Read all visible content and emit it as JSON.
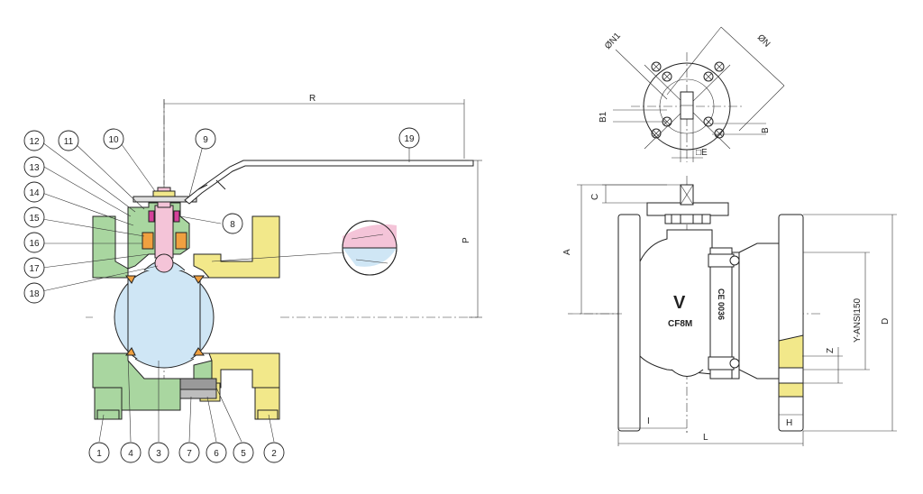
{
  "callouts": [
    "1",
    "2",
    "3",
    "4",
    "5",
    "6",
    "7",
    "8",
    "9",
    "10",
    "11",
    "12",
    "13",
    "14",
    "15",
    "16",
    "17",
    "18",
    "19"
  ],
  "dimensions": {
    "R": "R",
    "P": "P",
    "N1": "ØN1",
    "N": "ØN",
    "B1": "B1",
    "B": "B",
    "E": "□E",
    "C": "C",
    "A": "A",
    "Z": "Z",
    "Y": "Y-ANSI150",
    "D": "D",
    "I": "I",
    "L": "L",
    "H": "H"
  },
  "body_marks": {
    "logo": "V",
    "material": "CF8M",
    "ce": "CE 0036"
  },
  "colors": {
    "body_green": "#a9d6a0",
    "body_yellow": "#f2e88a",
    "ball_blue": "#cfe6f5",
    "stem_pink": "#f4c4d8",
    "seat_orange": "#f0a040",
    "packing_magenta": "#d6409a",
    "bolt_gray": "#9a9a9a",
    "line": "#222222"
  }
}
